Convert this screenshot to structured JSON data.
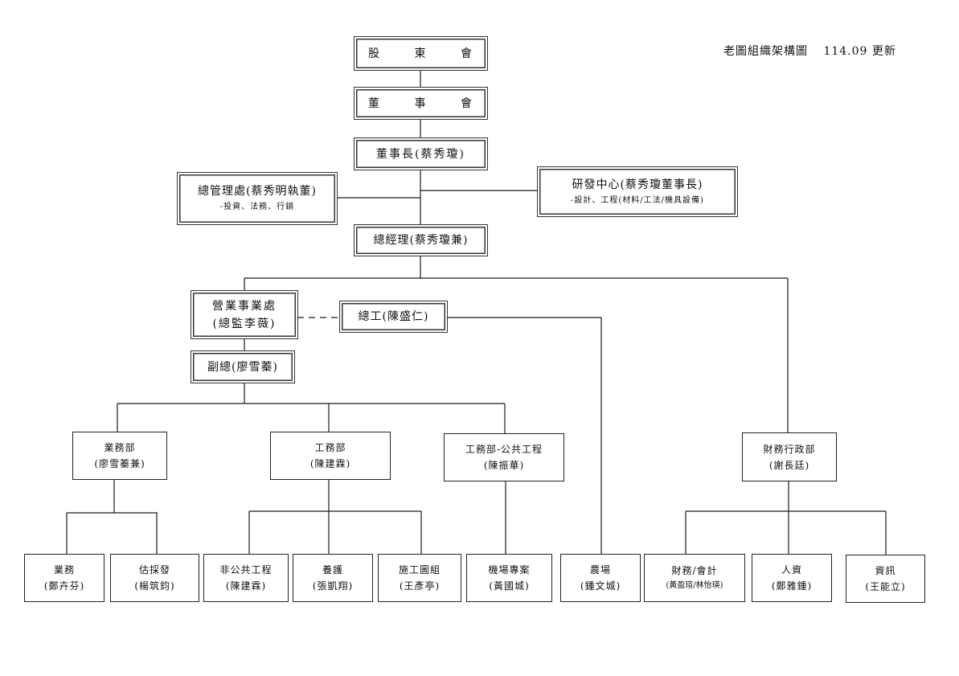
{
  "header": {
    "title": "老圖組織架構圖",
    "version": "114.09 更新"
  },
  "nodes": {
    "shareholders": {
      "chars": [
        "股",
        "東",
        "會"
      ]
    },
    "board": {
      "chars": [
        "董",
        "事",
        "會"
      ]
    },
    "chairman": {
      "title": "董事長(蔡秀瓊)"
    },
    "general_mgmt": {
      "title": "總管理處(蔡秀明執董)",
      "sub": "-投資、法務、行銷"
    },
    "rnd": {
      "title": "研發中心(蔡秀瓊董事長)",
      "sub": "-設計、工程(材料/工法/機具設備)"
    },
    "gm": {
      "title": "總經理(蔡秀瓊兼)"
    },
    "business_div": {
      "title": "營業事業處",
      "sub": "(總監李薇)"
    },
    "chief_engineer": {
      "title": "總工(陳盛仁)"
    },
    "deputy_gm": {
      "title": "副總(廖雪蓁)"
    },
    "sales_dept": {
      "title": "業務部",
      "sub": "(廖雪蓁兼)"
    },
    "eng_dept": {
      "title": "工務部",
      "sub": "(陳建霖)"
    },
    "public_eng_dept": {
      "title": "工務部-公共工程",
      "sub": "(陳振華)"
    },
    "finance_admin_dept": {
      "title": "財務行政部",
      "sub": "(謝長廷)"
    },
    "sales": {
      "title": "業務",
      "sub": "(鄭卉芬)"
    },
    "estimating": {
      "title": "估採發",
      "sub": "(楊筑鈞)"
    },
    "non_public": {
      "title": "非公共工程",
      "sub": "(陳建霖)"
    },
    "maintenance": {
      "title": "養護",
      "sub": "(張凱翔)"
    },
    "drawing": {
      "title": "施工圖組",
      "sub": "(王彥亭)"
    },
    "airport": {
      "title": "機場專案",
      "sub": "(黃國城)"
    },
    "farm": {
      "title": "農場",
      "sub": "(鍾文城)"
    },
    "accounting": {
      "title": "財務/會計",
      "sub": "(黃盈瑄/林怡瑛)"
    },
    "hr": {
      "title": "人資",
      "sub": "(鄭雅鍾)"
    },
    "it": {
      "title": "資訊",
      "sub": "(王能立)"
    }
  },
  "colors": {
    "line": "#1a1a1a",
    "border": "#333333",
    "background": "#ffffff"
  }
}
